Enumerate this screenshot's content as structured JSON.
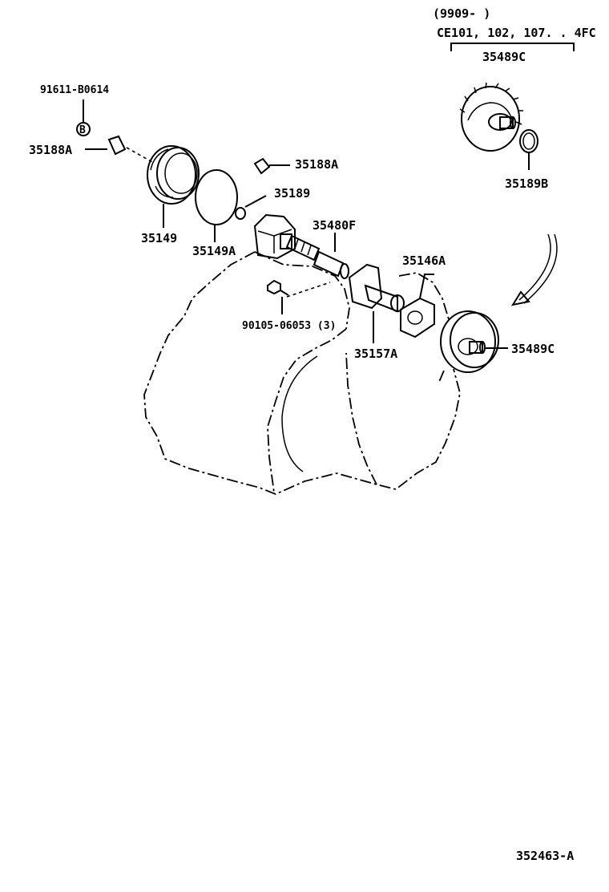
{
  "applicability": {
    "date_range": "(9909-        )",
    "models": "CE101, 102, 107. . 4FC"
  },
  "labels": {
    "p35489c_top": "35489C",
    "p35189b": "35189B",
    "p91611": "91611-B0614",
    "b_marker": "B",
    "p35188a_left": "35188A",
    "p35188a_right": "35188A",
    "p35189": "35189",
    "p35149": "35149",
    "p35149a": "35149A",
    "p35480f": "35480F",
    "p35146a": "35146A",
    "p90105": "90105-06053 (3)",
    "p35157a": "35157A",
    "p35489c_right": "35489C"
  },
  "figure_number": "352463-A"
}
